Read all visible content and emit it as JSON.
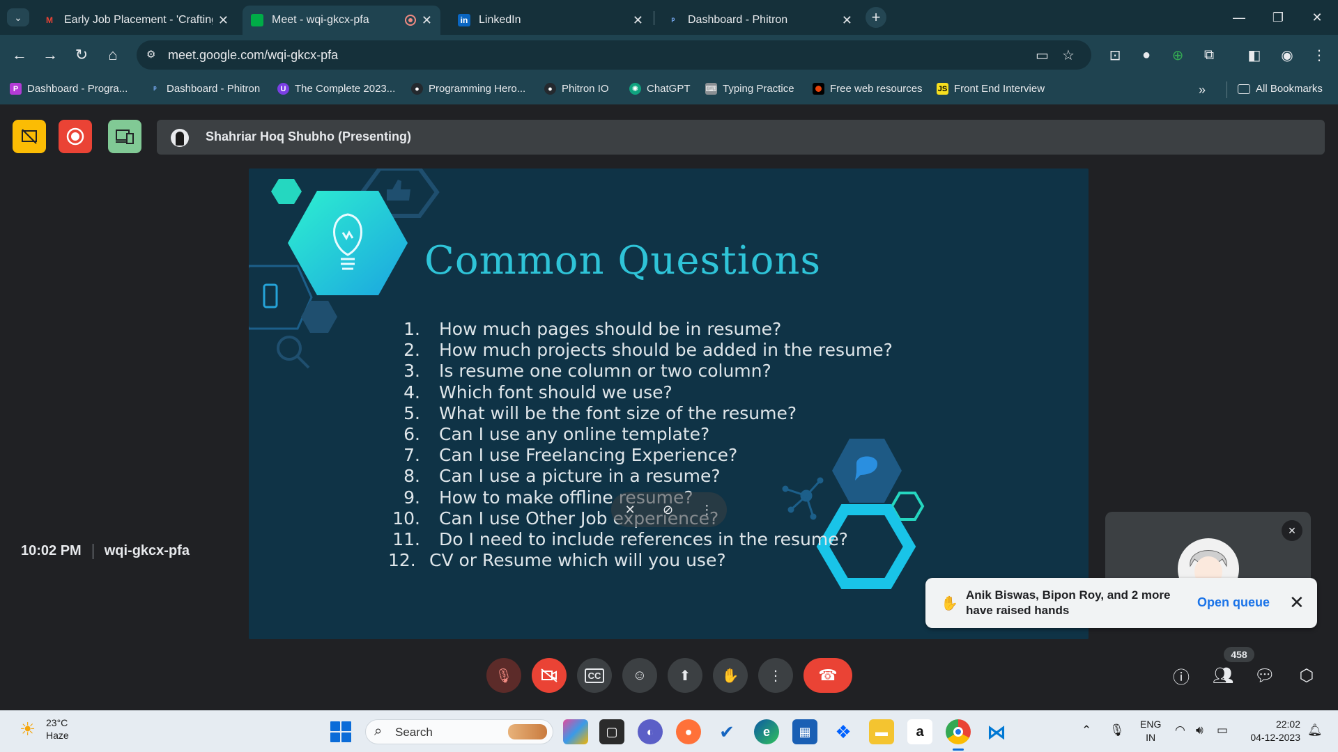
{
  "browser": {
    "tabs": [
      {
        "title": "Early Job Placement - 'Crafting",
        "favicon": "gmail-icon"
      },
      {
        "title": "Meet - wqi-gkcx-pfa",
        "favicon": "meet-icon",
        "active": true,
        "recording": true
      },
      {
        "title": "LinkedIn",
        "favicon": "linkedin-icon"
      },
      {
        "title": "Dashboard - Phitron",
        "favicon": "phitron-icon"
      }
    ],
    "url": "meet.google.com/wqi-gkcx-pfa",
    "bookmarks": [
      {
        "label": "Dashboard - Progra...",
        "icon": "programming-hero-icon",
        "color": "#b23bd6"
      },
      {
        "label": "Dashboard - Phitron",
        "icon": "phitron-icon",
        "color": "#1f4350"
      },
      {
        "label": "The Complete 2023...",
        "icon": "udemy-icon",
        "color": "#7b3fe4"
      },
      {
        "label": "Programming Hero...",
        "icon": "github-icon",
        "color": "#24292e"
      },
      {
        "label": "Phitron IO",
        "icon": "github-icon",
        "color": "#24292e"
      },
      {
        "label": "ChatGPT",
        "icon": "chatgpt-icon",
        "color": "#10a37f"
      },
      {
        "label": "Typing Practice",
        "icon": "typing-icon",
        "color": "#8a8f93"
      },
      {
        "label": "Free web resources",
        "icon": "web-resources-icon",
        "color": "#e8430a"
      },
      {
        "label": "Front End Interview",
        "icon": "js-icon",
        "color": "#f7df1e"
      }
    ],
    "all_bookmarks": "All Bookmarks"
  },
  "meet": {
    "presenter": "Shahriar Hoq Shubho (Presenting)",
    "slide": {
      "title": "Common Questions",
      "questions": [
        {
          "n": "1.",
          "q": "How much pages should be in resume?"
        },
        {
          "n": "2.",
          "q": "How much projects should be added in the resume?"
        },
        {
          "n": "3.",
          "q": "Is resume one column or two column?"
        },
        {
          "n": "4.",
          "q": "Which font should  we use?"
        },
        {
          "n": "5.",
          "q": "What will be the font size of the resume?"
        },
        {
          "n": "6.",
          "q": "Can I use any online template?"
        },
        {
          "n": "7.",
          "q": "Can I use Freelancing Experience?"
        },
        {
          "n": "8.",
          "q": "Can I use a picture in a resume?"
        },
        {
          "n": "9.",
          "q": "How to make offline resume?"
        },
        {
          "n": "10.",
          "q": "Can I use Other Job experience?"
        },
        {
          "n": "11.",
          "q": "Do I need to include references in the resume?"
        },
        {
          "n": "12.",
          "q": "CV or Resume which will you use?"
        }
      ]
    },
    "toast": {
      "text": "Anik Biswas, Bipon Roy, and 2 more have raised hands",
      "action": "Open queue"
    },
    "time": "10:02 PM",
    "meeting_code": "wqi-gkcx-pfa",
    "participant_count": "458"
  },
  "taskbar": {
    "weather_temp": "23°C",
    "weather_desc": "Haze",
    "search_placeholder": "Search",
    "lang_top": "ENG",
    "lang_bottom": "IN",
    "time": "22:02",
    "date": "04-12-2023"
  }
}
